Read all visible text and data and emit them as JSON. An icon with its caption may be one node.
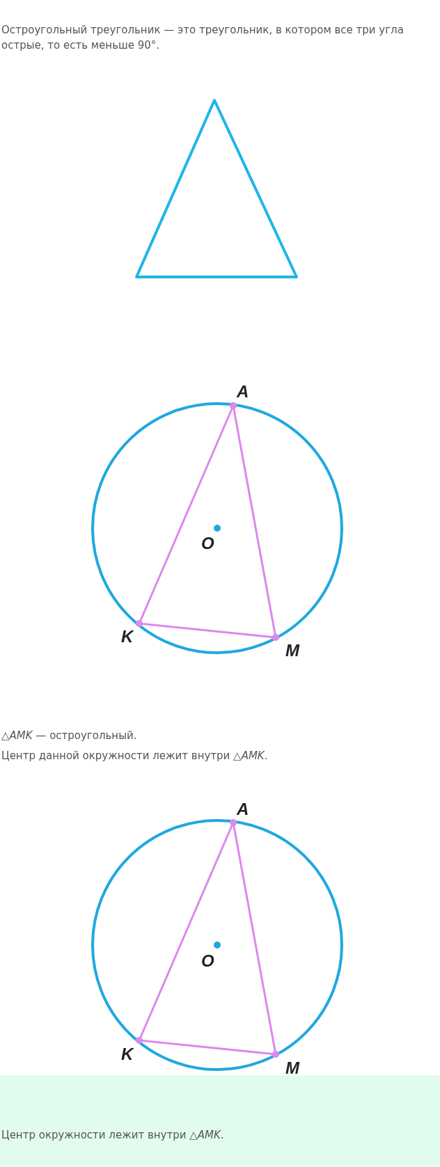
{
  "diagram": {
    "labels": [
      "Остроугольный треугольник — это треугольник, в котором все три угла острые, то есть меньше 90°.",
      "A",
      "O",
      "K",
      "M",
      "△*AMK* — остроугольный.",
      "Центр данной окружности лежит внутри △*AMK*.",
      "A",
      "O",
      "K",
      "M",
      "Центр окружности лежит внутри △*AMK*."
    ]
  }
}
